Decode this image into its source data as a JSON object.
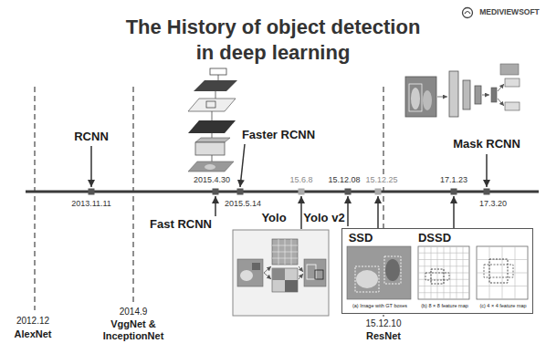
{
  "diagram": {
    "title": "The History of object detection in deep learning",
    "nodes": [
      {
        "text": [
          "SSD",
          "DSSD",
          "(a) Image with GT boxes",
          "(b) 8 × 8 feature map",
          "(c) 4 × 4 feature map"
        ]
      }
    ],
    "labels": [
      "MEDIVIEWSOFT",
      "RCNN",
      "2013.11.11",
      "2015.4.30",
      "Faster RCNN",
      "2015.5.14",
      "Fast RCNN",
      "15.6.8",
      "Yolo",
      "Yolo v2",
      "15.12.08",
      "15.12.25",
      "17.1.23",
      "Mask RCNN",
      "17.3.20",
      "2012.12",
      "AlexNet",
      "2014.9",
      "VggNet & InceptionNet",
      "15.12.10",
      "ResNet"
    ]
  }
}
